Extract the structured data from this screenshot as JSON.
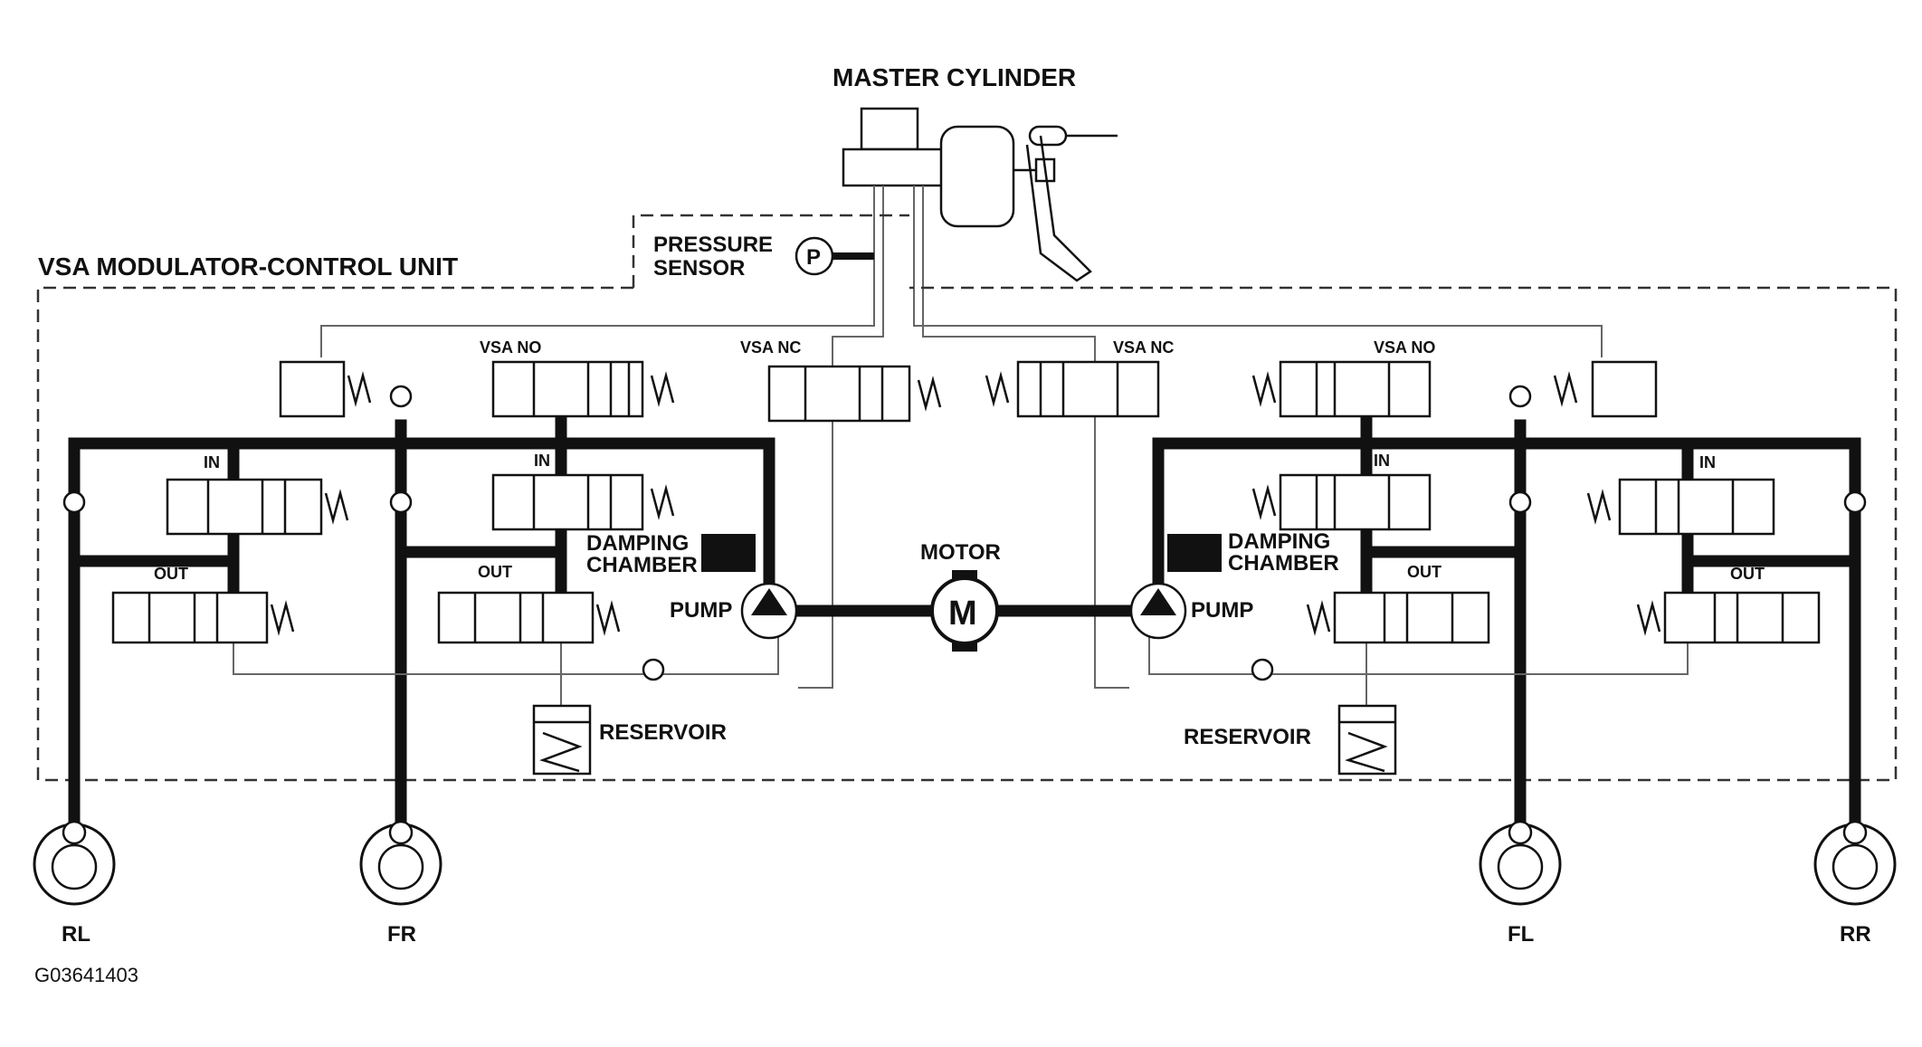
{
  "title": "MASTER CYLINDER",
  "unit_label": "VSA MODULATOR-CONTROL UNIT",
  "pressure_sensor": {
    "label_line1": "PRESSURE",
    "label_line2": "SENSOR",
    "symbol": "P"
  },
  "motor": {
    "label": "MOTOR",
    "symbol": "M"
  },
  "left": {
    "vsa_no": "VSA NO",
    "vsa_nc": "VSA NC",
    "in_rl": "IN",
    "in_fr": "IN",
    "out_rl": "OUT",
    "out_fr": "OUT",
    "damping_line1": "DAMPING",
    "damping_line2": "CHAMBER",
    "pump": "PUMP",
    "reservoir": "RESERVOIR"
  },
  "right": {
    "vsa_no": "VSA NO",
    "vsa_nc": "VSA NC",
    "in_fl": "IN",
    "in_rr": "IN",
    "out_fl": "OUT",
    "out_rr": "OUT",
    "damping_line1": "DAMPING",
    "damping_line2": "CHAMBER",
    "pump": "PUMP",
    "reservoir": "RESERVOIR"
  },
  "wheels": [
    "RL",
    "FR",
    "FL",
    "RR"
  ],
  "figure_code": "G03641403"
}
